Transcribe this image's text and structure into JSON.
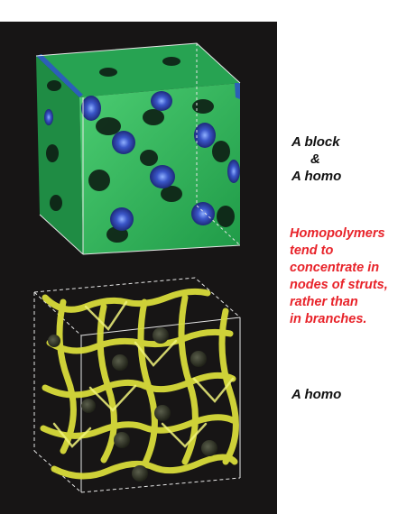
{
  "labels": {
    "block_line1": "A block",
    "block_line2": "&",
    "block_line3": "A homo",
    "lower": "A homo"
  },
  "note": {
    "text": "Homopolymers\ntend to\nconcentrate in\nnodes of struts,\nrather than\nin branches.",
    "color": "#e8232a"
  },
  "colors": {
    "panel_background": "#171515",
    "block_surface": "#2bb35a",
    "homo_domain": "#3a56c8",
    "homo_surface": "#d8dc3a",
    "label_text": "#111111"
  }
}
